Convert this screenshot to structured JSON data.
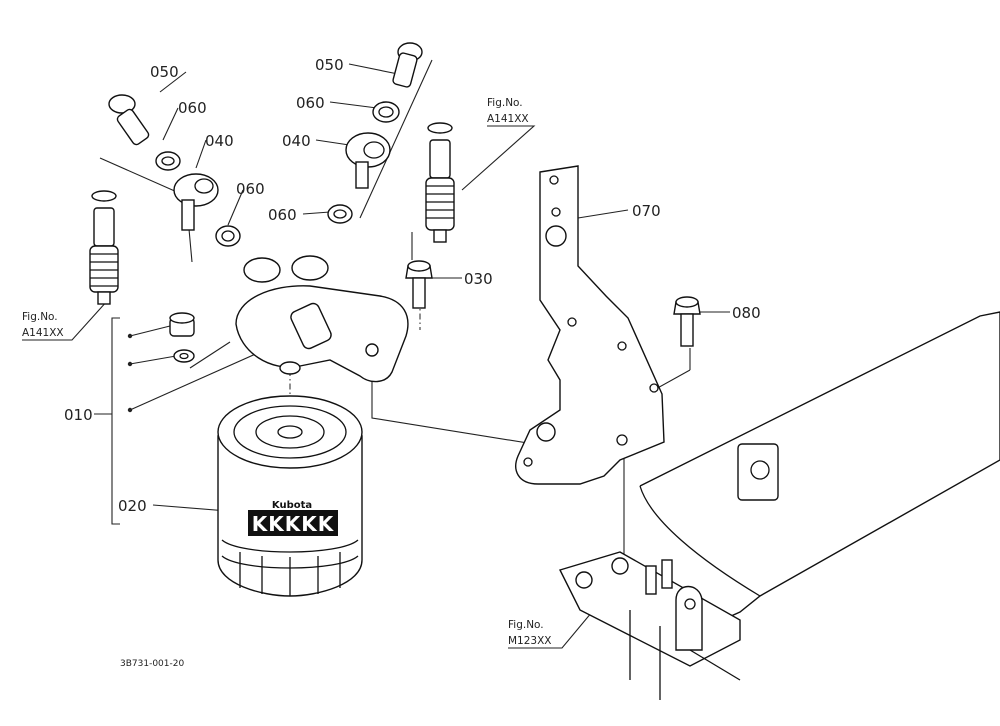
{
  "callouts": {
    "c050_left": "050",
    "c060_left_top": "060",
    "c040_left": "040",
    "c060_left_mid": "060",
    "c050_right": "050",
    "c060_right_top": "060",
    "c040_right": "040",
    "c060_right_mid": "060",
    "c030": "030",
    "c070": "070",
    "c080": "080",
    "c010": "010",
    "c020": "020"
  },
  "figure_refs": {
    "left": {
      "label": "Fig.No.",
      "code": "A141XX"
    },
    "right": {
      "label": "Fig.No.",
      "code": "A141XX"
    },
    "bottom": {
      "label": "Fig.No.",
      "code": "M123XX"
    }
  },
  "filter_brand": "Kubota",
  "filter_stripes": "KKKKK",
  "drawing_code": "3B731-001-20"
}
